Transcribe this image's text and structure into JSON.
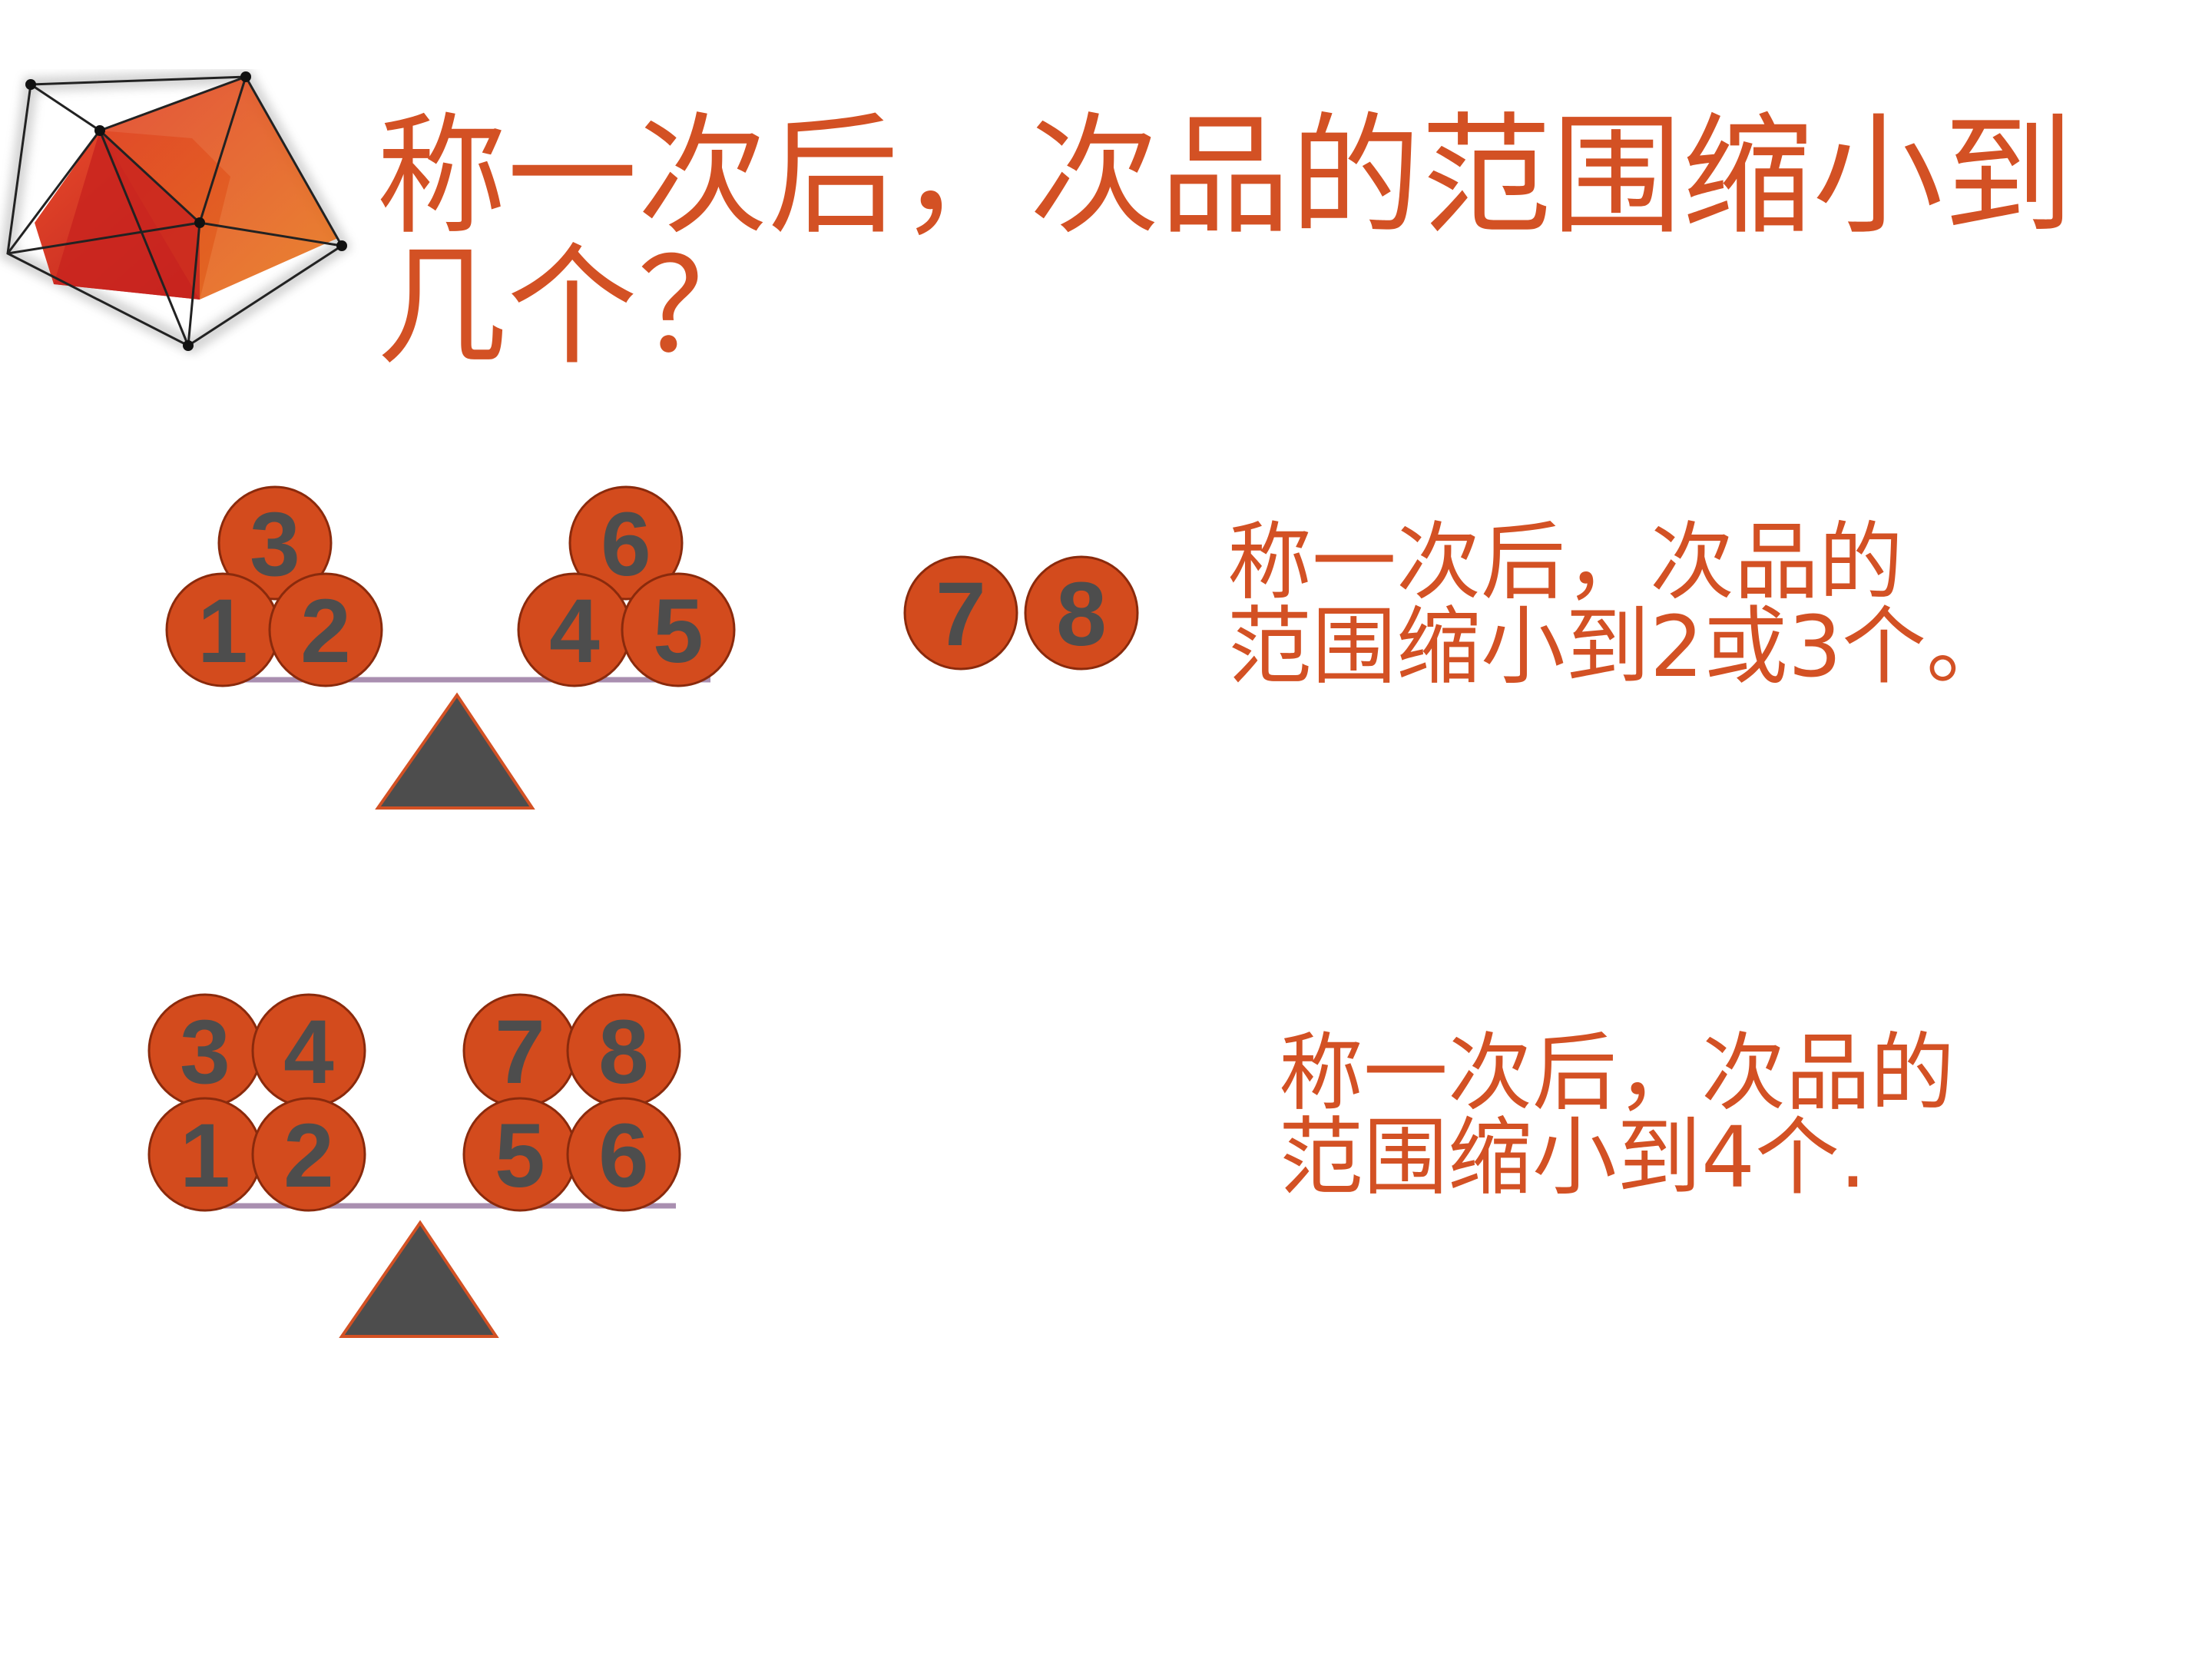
{
  "title": {
    "line1": "称一次后，次品的范围缩小到",
    "line2": "几个？"
  },
  "scale_1": {
    "left_pan": [
      "3",
      "1",
      "2"
    ],
    "right_pan": [
      "6",
      "4",
      "5"
    ],
    "set_aside": [
      "7",
      "8"
    ],
    "caption": {
      "line1": "称一次后，次品的",
      "line2": "范围缩小到2或3个。"
    }
  },
  "scale_2": {
    "left_pan": [
      "3",
      "4",
      "1",
      "2"
    ],
    "right_pan": [
      "7",
      "8",
      "5",
      "6"
    ],
    "caption": {
      "line1": "称一次后，次品的",
      "line2": "范围缩小到4个."
    }
  },
  "colors": {
    "accent": "#d35124",
    "coin_fill": "#d34b1d",
    "coin_outline": "#8a2a0c",
    "coin_label": "#4d4d4d",
    "beam": "#a98fb0",
    "fulcrum": "#4d4d4d"
  },
  "icons": {
    "logo": "red-polyhedron-logo-icon"
  }
}
